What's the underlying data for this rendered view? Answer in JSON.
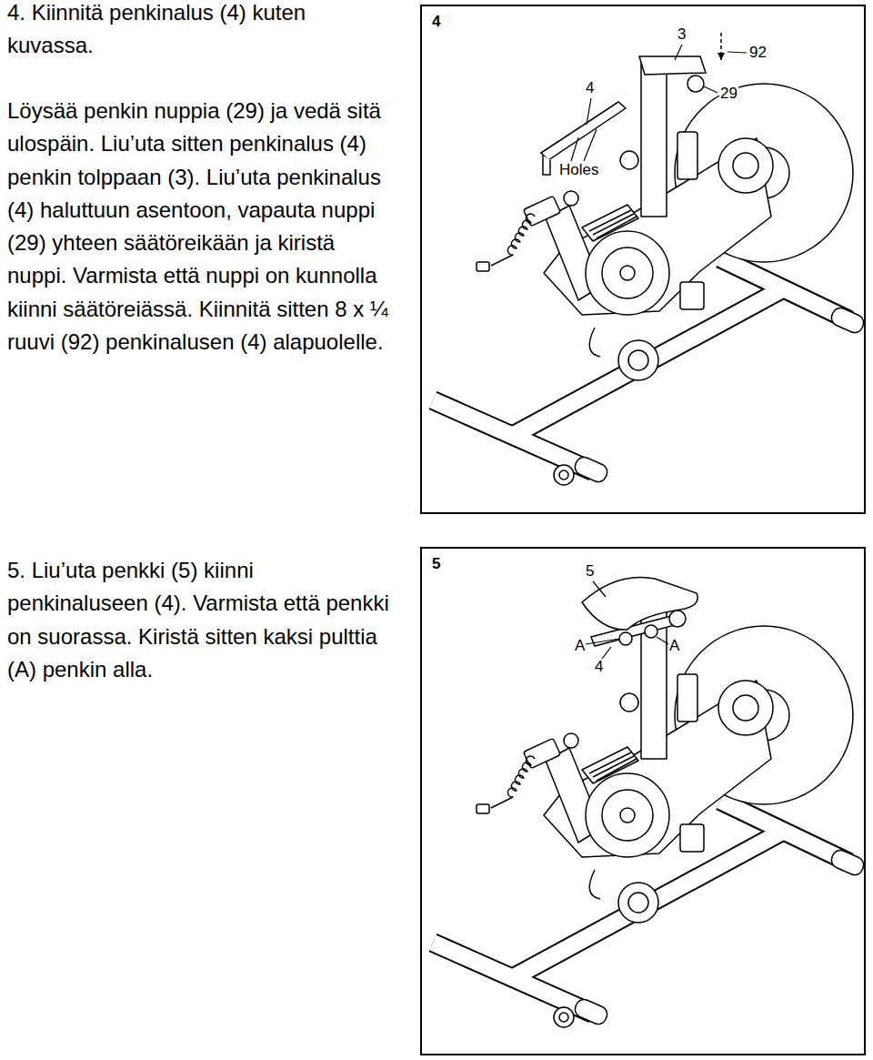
{
  "diagram": {
    "nodes": [
      {
        "text": [
          "4"
        ]
      },
      {
        "text": [
          "5"
        ]
      }
    ],
    "labels": [
      "4. Kiinnitä penkinalus (4) kuten kuvassa.",
      "Löysää penkin nuppia (29) ja vedä sitä ulospäin. Liu’uta sitten penkinalus (4) penkin tolppaan (3). Liu’uta penkinalus (4) haluttuun asentoon, vapauta nuppi (29) yhteen säätöreikään ja kiristä nuppi. Varmista että nuppi on kunnolla kiinni säätöreiässä. Kiinnitä sitten 8 x ¼ ruuvi (92) penkinalusen (4) alapuolelle.",
      "3",
      "92",
      "4",
      "29",
      "Holes",
      "5. Liu’uta penkki (5) kiinni penkinaluseen (4). Varmista että penkki on suorassa. Kiristä sitten kaksi pulttia (A) penkin alla.",
      "5",
      "A",
      "A",
      "4"
    ]
  }
}
